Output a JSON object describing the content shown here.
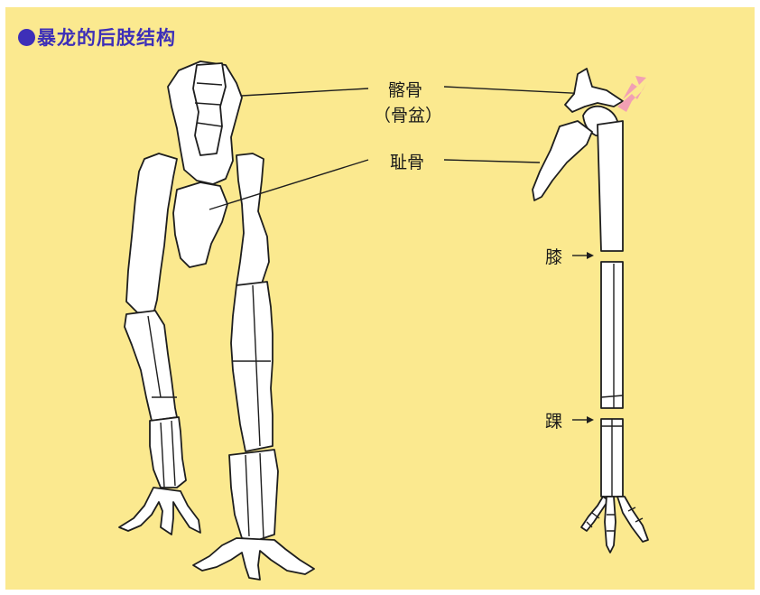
{
  "title": "暴龙的后肢结构",
  "labels": {
    "ilium": "髂骨",
    "pelvis": "（骨盆）",
    "pubis": "耻骨",
    "knee": "膝",
    "ankle": "踝"
  },
  "colors": {
    "background": "#fbe98f",
    "title": "#3d2fb8",
    "bone_fill": "#ffffff",
    "outline": "#1e1e1e",
    "arrow_marker": "#f2a0b4"
  },
  "icons": [
    "bullet-dot-icon",
    "pink-arrow-icon",
    "right-arrow-icon"
  ]
}
